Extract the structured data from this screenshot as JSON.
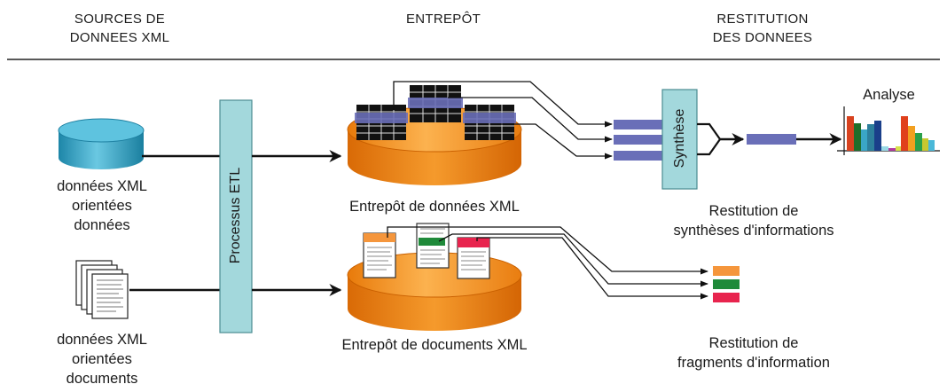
{
  "headers": {
    "sources": [
      "SOURCES DE",
      "DONNEES XML"
    ],
    "entrepot": "ENTREPÔT",
    "restitution": [
      "RESTITUTION",
      "DES DONNEES"
    ]
  },
  "sources": {
    "data_label": [
      "données XML",
      "orientées",
      "données"
    ],
    "docs_label": [
      "données XML",
      "orientées",
      "documents"
    ]
  },
  "etl": {
    "label": "Processus ETL"
  },
  "warehouse": {
    "data_label": "Entrepôt de données XML",
    "docs_label": "Entrepôt de documents XML"
  },
  "synthese": {
    "label": "Synthèse"
  },
  "analyse": {
    "label": "Analyse"
  },
  "outputs": {
    "synth_label": [
      "Restitution de",
      "synthèses d'informations"
    ],
    "frag_label": [
      "Restitution de",
      "fragments d'information"
    ]
  },
  "colors": {
    "cylinder_blue": "#3aa6c6",
    "etl_box": "#a3d8dc",
    "warehouse_orange": "#f4941e",
    "bar_blue": "#6a6fb8",
    "frag_orange": "#f5963c",
    "frag_green": "#1f8a3a",
    "frag_red": "#e8244e"
  },
  "icons": [
    "database-cylinder-icon",
    "document-stack-icon",
    "table-icon",
    "document-icon",
    "bar-chart-icon"
  ]
}
